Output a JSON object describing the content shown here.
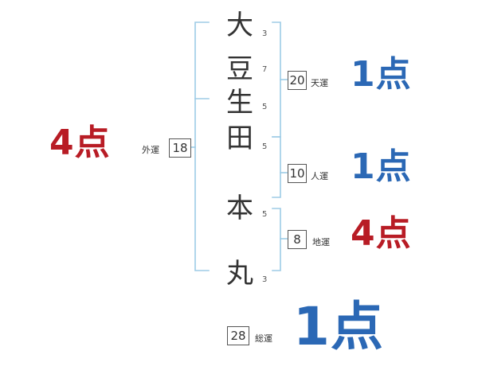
{
  "name_chars": [
    {
      "char": "大",
      "strokes": "3"
    },
    {
      "char": "豆",
      "strokes": "7"
    },
    {
      "char": "生",
      "strokes": "5"
    },
    {
      "char": "田",
      "strokes": "5"
    },
    {
      "char": "本",
      "strokes": "5"
    },
    {
      "char": "丸",
      "strokes": "3"
    }
  ],
  "fortunes": {
    "tenkaku": {
      "value": "20",
      "label": "天運",
      "points": "1点",
      "color": "#2b68b5"
    },
    "jinkaku": {
      "value": "10",
      "label": "人運",
      "points": "1点",
      "color": "#2b68b5"
    },
    "chikaku": {
      "value": "8",
      "label": "地運",
      "points": "4点",
      "color": "#b81c25"
    },
    "gaikaku": {
      "value": "18",
      "label": "外運",
      "points": "4点",
      "color": "#b81c25"
    },
    "soukaku": {
      "value": "28",
      "label": "総運",
      "points": "1点",
      "color": "#2b68b5"
    }
  },
  "bracket_color": "#9dcbe6"
}
